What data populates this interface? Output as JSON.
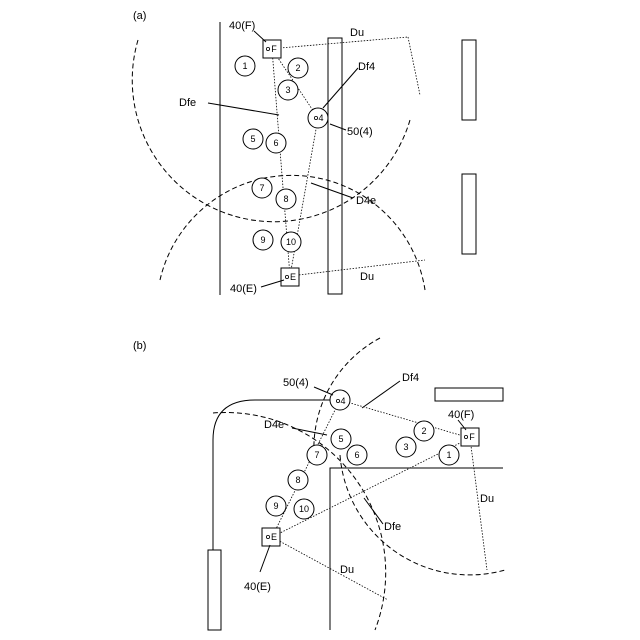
{
  "panels": {
    "a": {
      "label": "(a)",
      "device_f": "40(F)",
      "device_e": "40(E)",
      "device_4": "50(4)",
      "tag_f": "F",
      "tag_e": "E",
      "tag_4": "4",
      "du_top": "Du",
      "du_bottom": "Du",
      "df4": "Df4",
      "dfe": "Dfe",
      "d4e": "D4e",
      "circles": [
        "1",
        "2",
        "3",
        "5",
        "6",
        "7",
        "8",
        "9",
        "10"
      ]
    },
    "b": {
      "label": "(b)",
      "device_f": "40(F)",
      "device_e": "40(E)",
      "device_4": "50(4)",
      "tag_f": "F",
      "tag_e": "E",
      "tag_4": "4",
      "du_right": "Du",
      "du_bottom": "Du",
      "df4": "Df4",
      "dfe": "Dfe",
      "d4e": "D4e",
      "circles": [
        "1",
        "2",
        "3",
        "5",
        "6",
        "7",
        "8",
        "9",
        "10"
      ]
    }
  }
}
